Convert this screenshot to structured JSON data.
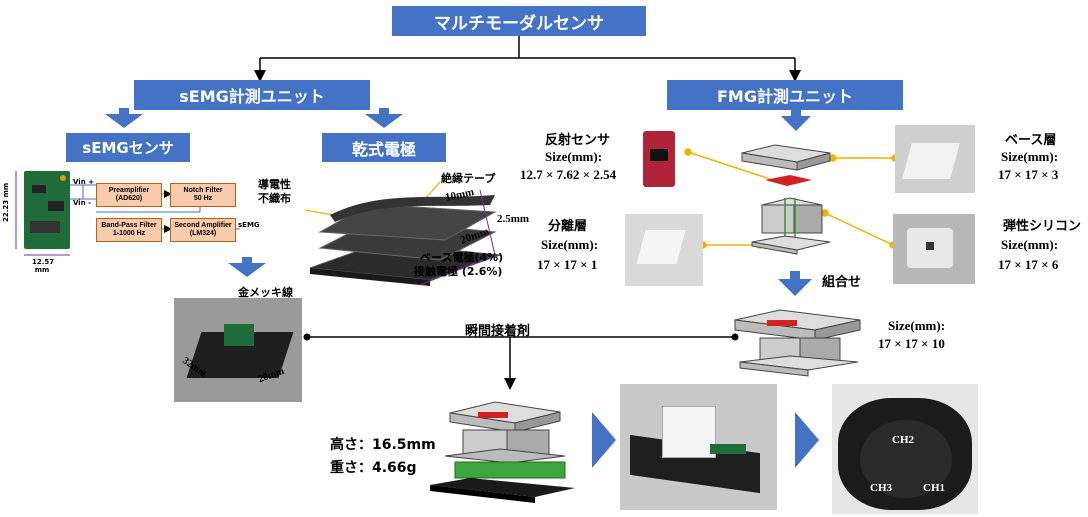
{
  "title": "マルチモーダルセンサ",
  "semg_unit": "sEMG計測ユニット",
  "fmg_unit": "FMG計測ユニット",
  "semg_sensor": "sEMGセンサ",
  "dry_electrode": "乾式電極",
  "pcb": {
    "dim_h": "22.23 mm",
    "dim_w": "12.57 mm",
    "vin_plus": "Vin +",
    "vin_minus": "Vin -",
    "preamp": "Preamplifier\n(AD620)",
    "notch": "Notch Filter\n50 Hz",
    "bandpass": "Band-Pass Filter\n1-1000 Hz",
    "second_amp": "Second Amplifier\n(LM324)",
    "semg_out": "sEMG"
  },
  "electrode": {
    "conductive_cloth_1": "導電性",
    "conductive_cloth_2": "不織布",
    "insulating_tape": "絶縁テープ",
    "dim_10": "10mm",
    "dim_25": "2.5mm",
    "dim_20": "20mm",
    "base_electrode": "ベース電極(4%)",
    "contact_electrode": "接触電極 (2.6%)"
  },
  "gold_wire": "金メッキ線",
  "photo_dims": {
    "w": "32mm",
    "h": "20mm"
  },
  "instant_adhesive": "瞬間接着剤",
  "fmg": {
    "reflect_sensor": "反射センサ",
    "reflect_size_label": "Size(mm):",
    "reflect_size": "12.7 × 7.62 × 2.54",
    "separator": "分離層",
    "separator_size_label": "Size(mm):",
    "separator_size": "17 × 17 × 1",
    "base_layer": "ベース層",
    "base_size_label": "Size(mm):",
    "base_size": "17 × 17 × 3",
    "elastic_silicone": "弾性シリコン",
    "elastic_size_label": "Size(mm):",
    "elastic_size": "17 × 17 × 6",
    "combine": "組合せ",
    "combined_size_label": "Size(mm):",
    "combined_size": "17 × 17 × 10"
  },
  "height_label": "高さ：16.5mm",
  "weight_label": "重さ：4.66g",
  "channels": {
    "ch1": "CH1",
    "ch2": "CH2",
    "ch3": "CH3"
  }
}
